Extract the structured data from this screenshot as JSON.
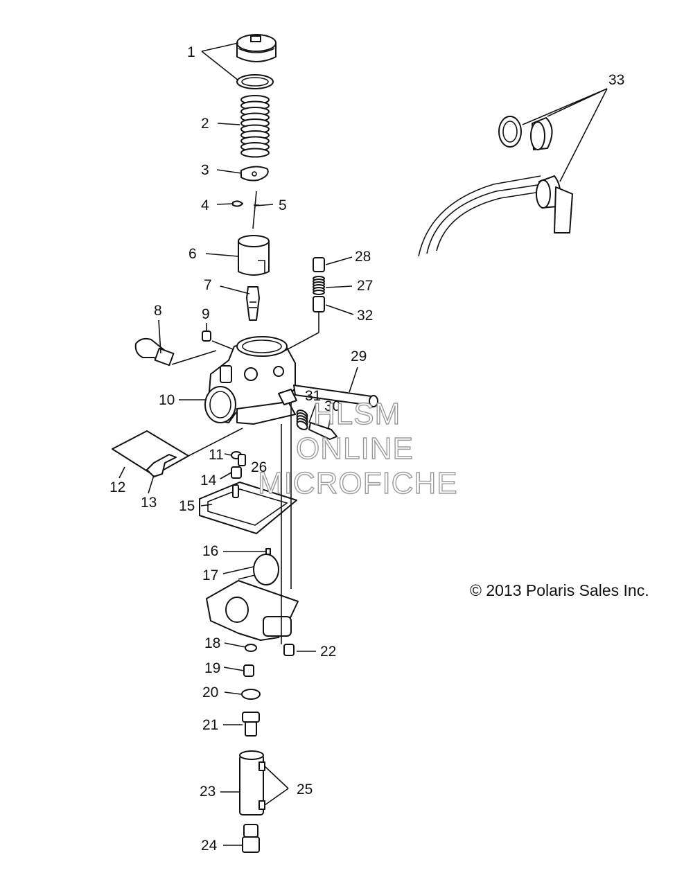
{
  "callouts": {
    "c1": "1",
    "c2": "2",
    "c3": "3",
    "c4": "4",
    "c5": "5",
    "c6": "6",
    "c7": "7",
    "c8": "8",
    "c9": "9",
    "c10": "10",
    "c11": "11",
    "c12": "12",
    "c13": "13",
    "c14": "14",
    "c15": "15",
    "c16": "16",
    "c17": "17",
    "c18": "18",
    "c19": "19",
    "c20": "20",
    "c21": "21",
    "c22": "22",
    "c23": "23",
    "c24": "24",
    "c25": "25",
    "c26": "26",
    "c27": "27",
    "c28": "28",
    "c29": "29",
    "c30": "30",
    "c31": "31",
    "c32": "32",
    "c33": "33"
  },
  "copyright": "© 2013 Polaris Sales Inc.",
  "watermark": {
    "line1": "HLSM",
    "line2": "ONLINE",
    "line3": "MICROFICHE"
  }
}
